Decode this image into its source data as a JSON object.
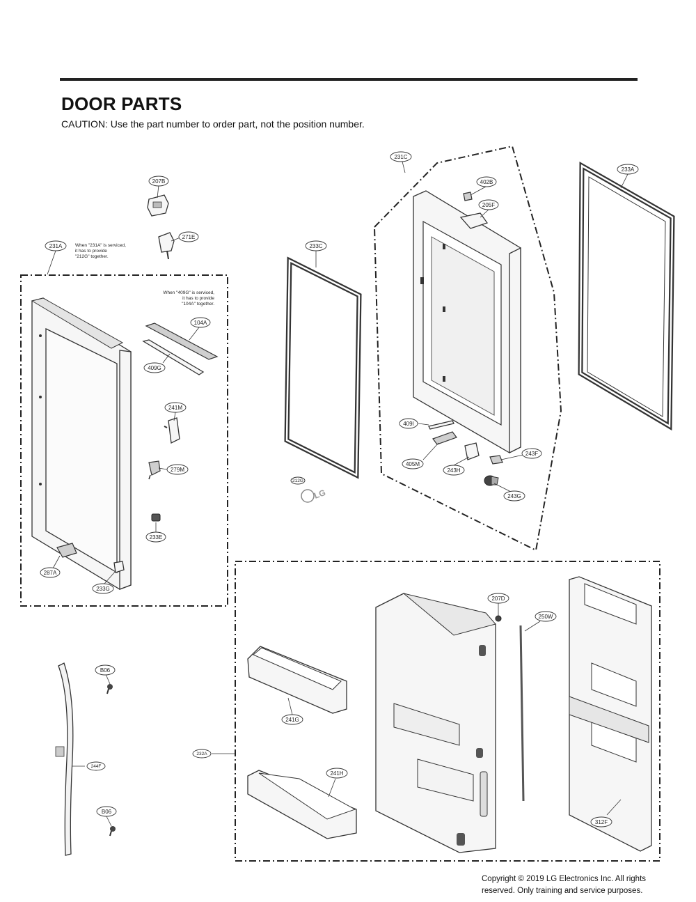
{
  "header": {
    "title": "DOOR PARTS",
    "caution": "CAUTION: Use the part number to order part, not the position number."
  },
  "notes": {
    "note_231A": [
      "When \"231A\" is serviced,",
      "it has to provide",
      "\"212G\" together."
    ],
    "note_409G": [
      "When \"409G\" is serviced,",
      "it has to provide",
      "\"104A\" together."
    ]
  },
  "labels": {
    "p207B": "207B",
    "p271E": "271E",
    "p231A": "231A",
    "p104A": "104A",
    "p409G": "409G",
    "p241M": "241M",
    "p279M": "279M",
    "p233E": "233E",
    "p287A": "287A",
    "p233G": "233G",
    "p233C": "233C",
    "p212G": "212G",
    "p231C": "231C",
    "p402B": "402B",
    "p205F": "205F",
    "p409I": "409I",
    "p405M": "405M",
    "p243H": "243H",
    "p243F": "243F",
    "p243G": "243G",
    "p233A": "233A",
    "p207D": "207D",
    "p250W": "250W",
    "p241G": "241G",
    "p241H": "241H",
    "p232A": "232A",
    "p312F": "312F",
    "pB06a": "B06",
    "pB06b": "B06",
    "p244F": "244F"
  },
  "logo": {
    "text": "LG"
  },
  "footer": {
    "copyright_line1": "Copyright © 2019  LG Electronics Inc. All rights",
    "copyright_line2": "reserved. Only training and service purposes."
  }
}
